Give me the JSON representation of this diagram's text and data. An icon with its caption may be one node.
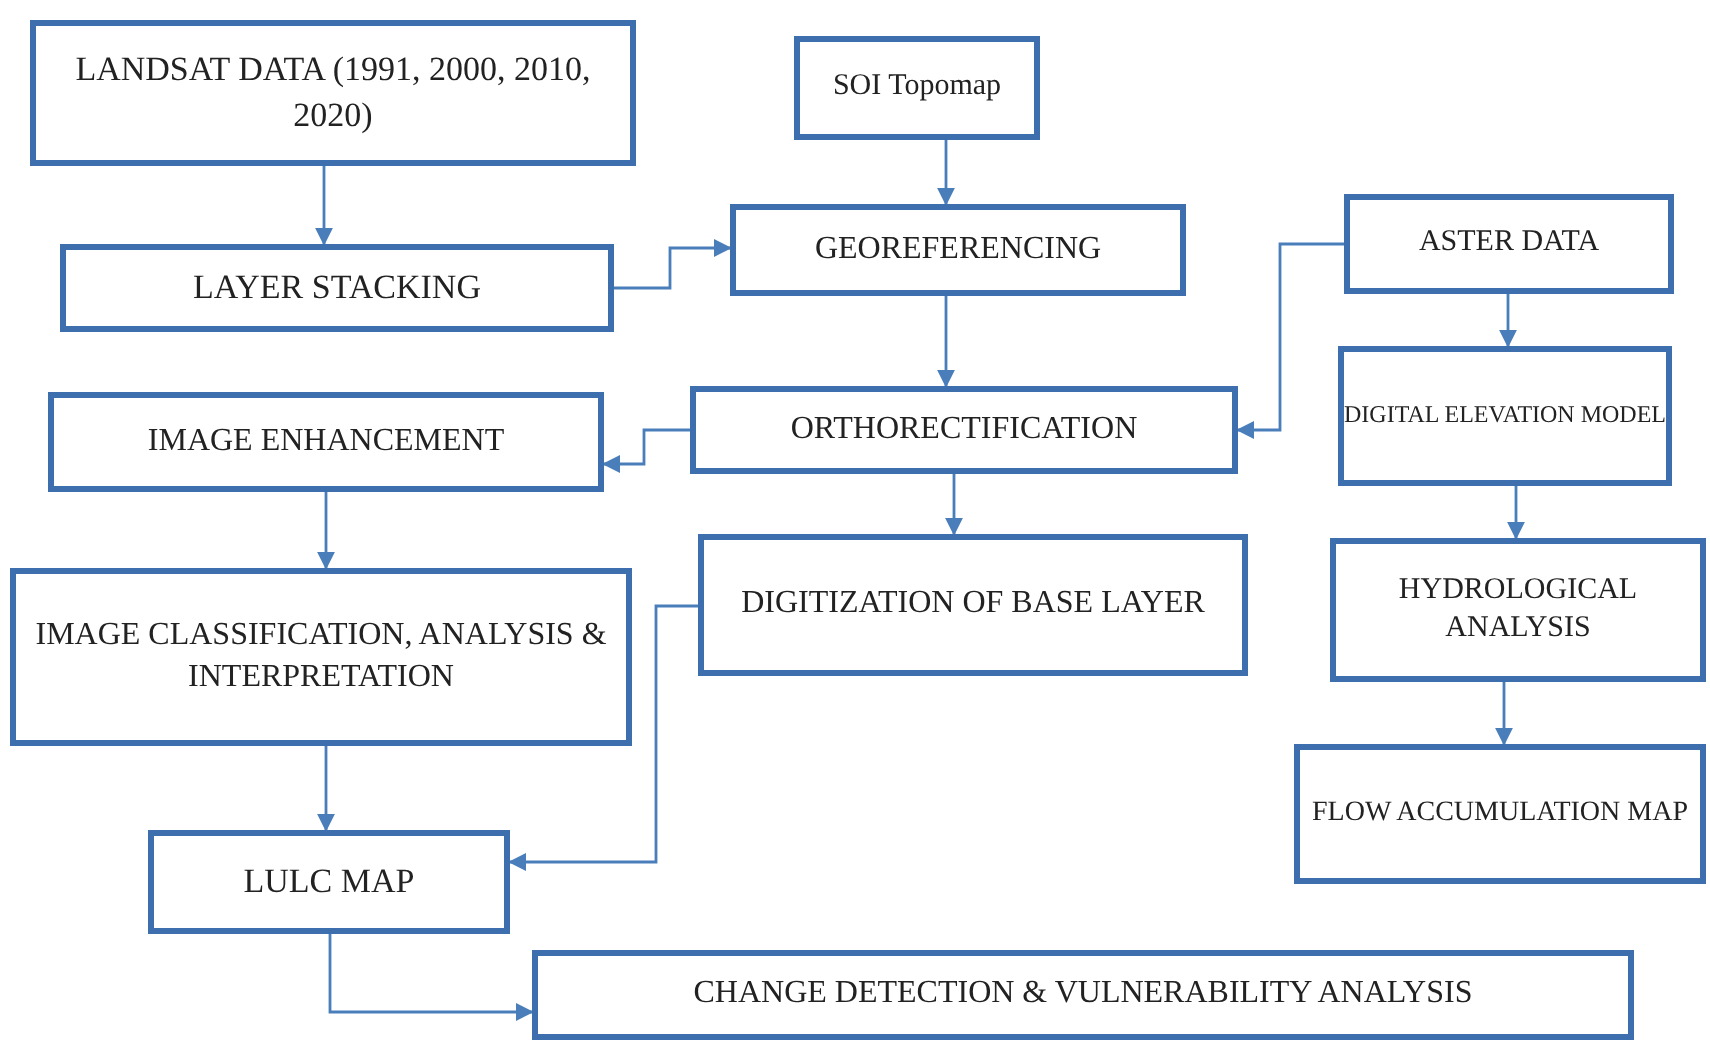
{
  "diagram": {
    "nodes": [
      {
        "text": [
          "LANDSAT DATA (1991, 2000, 2010, 2020)"
        ]
      },
      {
        "text": [
          "SOI Topomap"
        ]
      },
      {
        "text": [
          "LAYER STACKING"
        ]
      },
      {
        "text": [
          "GEOREFERENCING"
        ]
      },
      {
        "text": [
          "ASTER DATA"
        ]
      },
      {
        "text": [
          "IMAGE ENHANCEMENT"
        ]
      },
      {
        "text": [
          "ORTHORECTIFICATION"
        ]
      },
      {
        "text": [
          "DIGITAL ELEVATION MODEL"
        ]
      },
      {
        "text": [
          "IMAGE CLASSIFICATION, ANALYSIS & INTERPRETATION"
        ]
      },
      {
        "text": [
          "DIGITIZATION OF BASE LAYER"
        ]
      },
      {
        "text": [
          "HYDROLOGICAL ANALYSIS"
        ]
      },
      {
        "text": [
          "FLOW ACCUMULATION MAP"
        ]
      },
      {
        "text": [
          "LULC MAP"
        ]
      },
      {
        "text": [
          "CHANGE DETECTION & VULNERABILITY ANALYSIS"
        ]
      }
    ],
    "edges": [
      {
        "from": 0,
        "to": 2,
        "arrow": "to"
      },
      {
        "from": 1,
        "to": 3,
        "arrow": "to"
      },
      {
        "from": 2,
        "to": 3,
        "arrow": "to"
      },
      {
        "from": 3,
        "to": 6,
        "arrow": "to"
      },
      {
        "from": 4,
        "to": 6,
        "arrow": "to"
      },
      {
        "from": 4,
        "to": 7,
        "arrow": "to"
      },
      {
        "from": 6,
        "to": 5,
        "arrow": "to"
      },
      {
        "from": 6,
        "to": 9,
        "arrow": "to"
      },
      {
        "from": 7,
        "to": 10,
        "arrow": "to"
      },
      {
        "from": 5,
        "to": 8,
        "arrow": "to"
      },
      {
        "from": 10,
        "to": 11,
        "arrow": "to"
      },
      {
        "from": 9,
        "to": 12,
        "arrow": "to"
      },
      {
        "from": 8,
        "to": 12,
        "arrow": "to"
      },
      {
        "from": 12,
        "to": 13,
        "arrow": "to"
      }
    ]
  }
}
